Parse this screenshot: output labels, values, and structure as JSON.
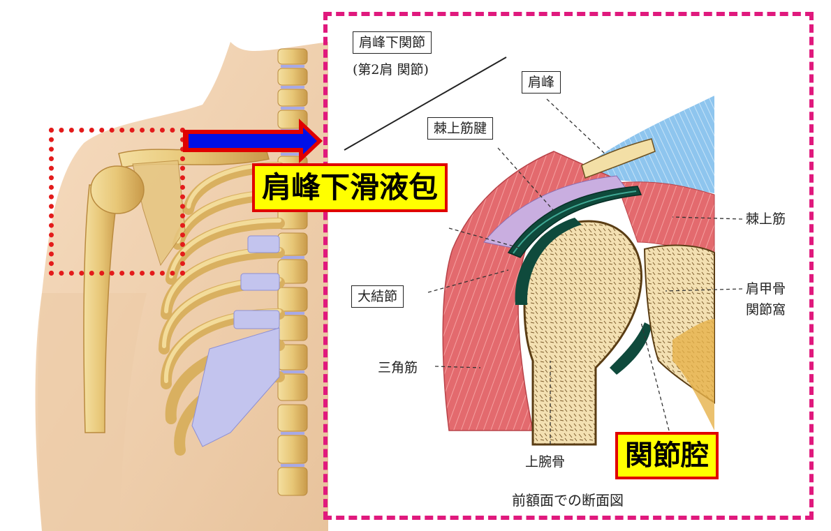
{
  "callouts": {
    "bursa": "肩峰下滑液包",
    "joint_cavity": "関節腔"
  },
  "labels": {
    "subacromial_joint": "肩峰下関節",
    "second_shoulder_joint": "(第2肩 関節)",
    "acromion": "肩峰",
    "supraspinatus_tendon": "棘上筋腱",
    "supraspinatus": "棘上筋",
    "greater_tubercle": "大結節",
    "glenoid_line1": "肩甲骨",
    "glenoid_line2": "関節窩",
    "deltoid": "三角筋",
    "humerus": "上腕骨",
    "caption": "前額面での断面図"
  },
  "colors": {
    "frame": "#e0197d",
    "zoom_box": "#e31b1b",
    "arrow_fill": "#0010e8",
    "arrow_outline": "#e00000",
    "callout_bg": "#ffff00",
    "callout_border": "#e00000"
  }
}
